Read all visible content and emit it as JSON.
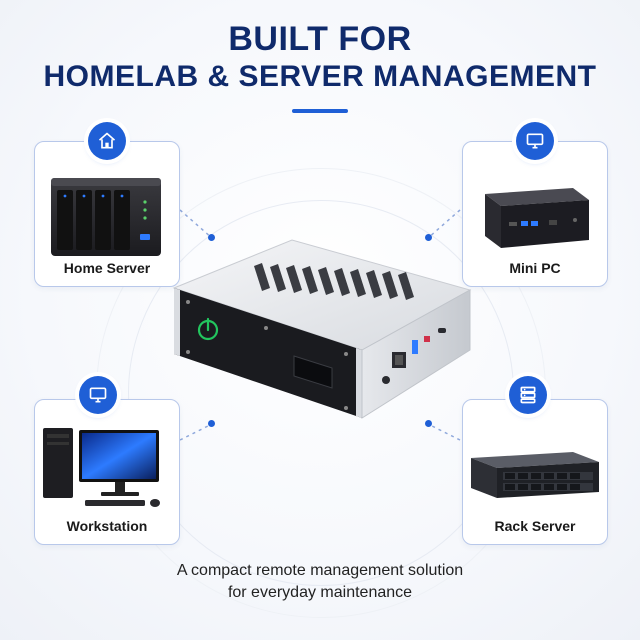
{
  "header": {
    "title_line1": "BUILT FOR",
    "title_line2": "HOMELAB & SERVER MANAGEMENT"
  },
  "cards": {
    "home_server": {
      "label": "Home Server",
      "icon": "home-icon"
    },
    "mini_pc": {
      "label": "Mini PC",
      "icon": "monitor-icon"
    },
    "workstation": {
      "label": "Workstation",
      "icon": "monitor-icon"
    },
    "rack_server": {
      "label": "Rack Server",
      "icon": "server-rack-icon"
    }
  },
  "footer": {
    "caption_line1": "A compact remote management solution",
    "caption_line2": "for everyday maintenance"
  },
  "colors": {
    "title": "#0f2a6b",
    "accent": "#1f5fd6",
    "card_border": "#b8c8ea",
    "power_led": "#22c55e"
  }
}
